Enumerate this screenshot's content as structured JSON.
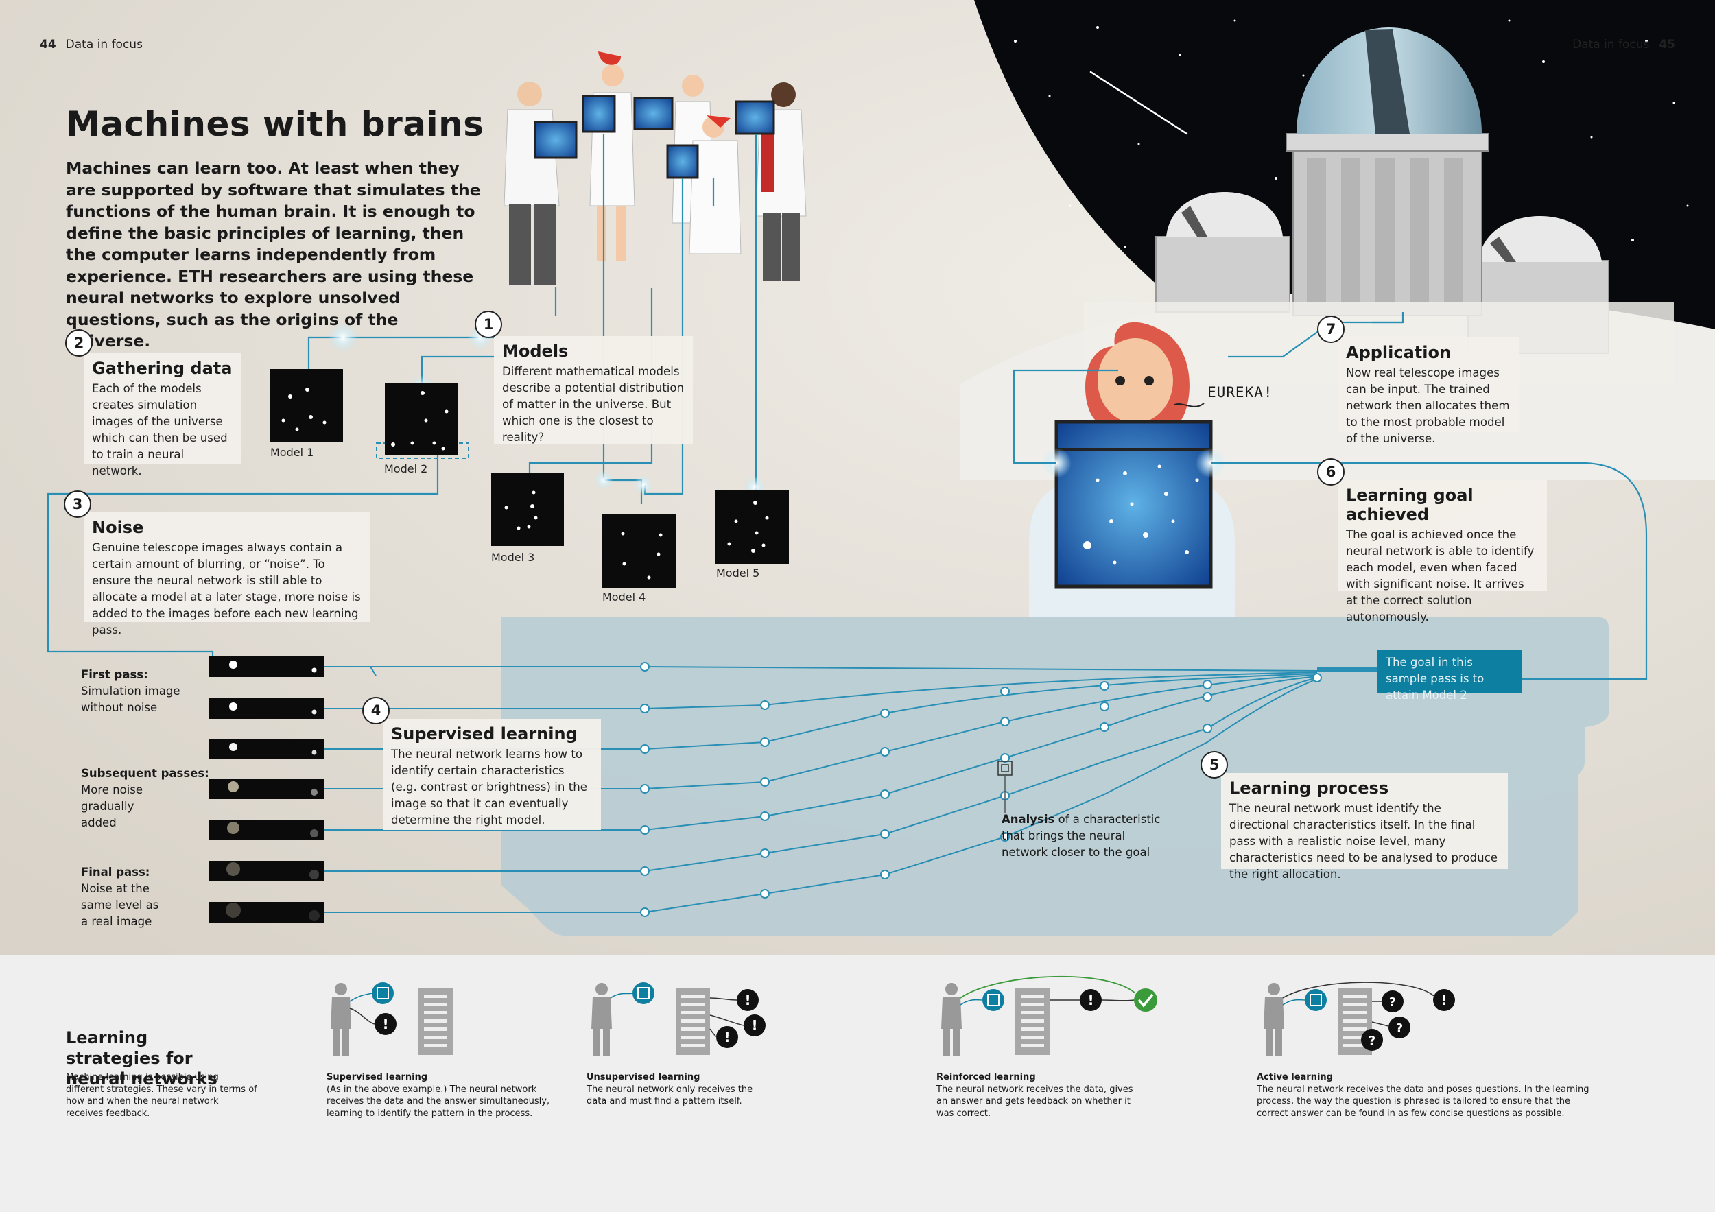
{
  "header": {
    "left_page_number": "44",
    "left_section": "Data in focus",
    "right_section": "Data in focus",
    "right_page_number": "45"
  },
  "title": "Machines with brains",
  "intro": "Machines can learn too. At least when they are supported by software that simulates the functions of the human brain. It is enough to define the basic principles of learning, then the computer learns independently from experience. ETH researchers are using these neural networks to explore unsolved questions, such as the origins of the universe.",
  "steps": [
    {
      "number": "1",
      "title": "Models",
      "text": "Different mathematical models describe a potential distribution of matter in the universe. But which one is the closest to reality?"
    },
    {
      "number": "2",
      "title": "Gathering data",
      "text": "Each of the models creates simulation images of the universe which can then be used to train a neural network."
    },
    {
      "number": "3",
      "title": "Noise",
      "text": "Genuine telescope images always contain a certain amount of blurring, or “noise”. To ensure the neural network is still able to allocate a model at a later stage, more noise is added to the images before each new learning pass."
    },
    {
      "number": "4",
      "title": "Supervised learning",
      "text": "The neural network learns how to identify certain characteristics (e.g. contrast or brightness) in the image so that it can eventually determine the right model."
    },
    {
      "number": "5",
      "title": "Learning process",
      "text": "The neural network must identify the directional characteristics itself. In the final pass with a realistic noise level, many characteristics need to be analysed to produce the right allocation."
    },
    {
      "number": "6",
      "title": "Learning goal achieved",
      "text": "The goal is achieved once the neural network is able to identify each model, even when faced with significant noise. It arrives at the correct solution autonomously."
    },
    {
      "number": "7",
      "title": "Application",
      "text": "Now real telescope images can be input. The trained network then allocates them to the most probable model of the universe."
    }
  ],
  "models": [
    "Model 1",
    "Model 2",
    "Model 3",
    "Model 4",
    "Model 5"
  ],
  "passes": [
    {
      "label": "First pass:",
      "text": "Simulation image without noise"
    },
    {
      "label": "Subsequent passes:",
      "text": "More noise gradually added"
    },
    {
      "label": "Final pass:",
      "text": "Noise at the same level as a real image"
    }
  ],
  "goal_text": "The goal in this sample pass is to attain Model 2",
  "analysis": {
    "bold": "Analysis",
    "text": "of a characteristic that brings the neural network closer to the goal"
  },
  "eureka": "EUREKA!",
  "strategies": {
    "title": "Learning strategies for neural networks",
    "intro": "Machine learning is possible using different strategies. These vary in terms of how and when the neural network receives feedback.",
    "items": [
      {
        "name": "Supervised learning",
        "text": "(As in the above example.) The neural network receives the data and the answer simultaneously, learning to identify the pattern in the process."
      },
      {
        "name": "Unsupervised learning",
        "text": "The neural network only receives the data and must find a pattern itself."
      },
      {
        "name": "Reinforced learning",
        "text": "The neural network receives the data, gives an answer and gets feedback on whether it was correct."
      },
      {
        "name": "Active learning",
        "text": "The neural network receives the data and poses questions. In the learning process, the way the question is phrased is tailored to ensure that the correct answer can be found in as few concise questions as possible."
      }
    ]
  },
  "colors": {
    "accent": "#0d7fa1",
    "line": "#2a8fb5",
    "panel": "#b9cdd4",
    "glow": "#bfe8f7",
    "correct": "#3b9a3a"
  }
}
